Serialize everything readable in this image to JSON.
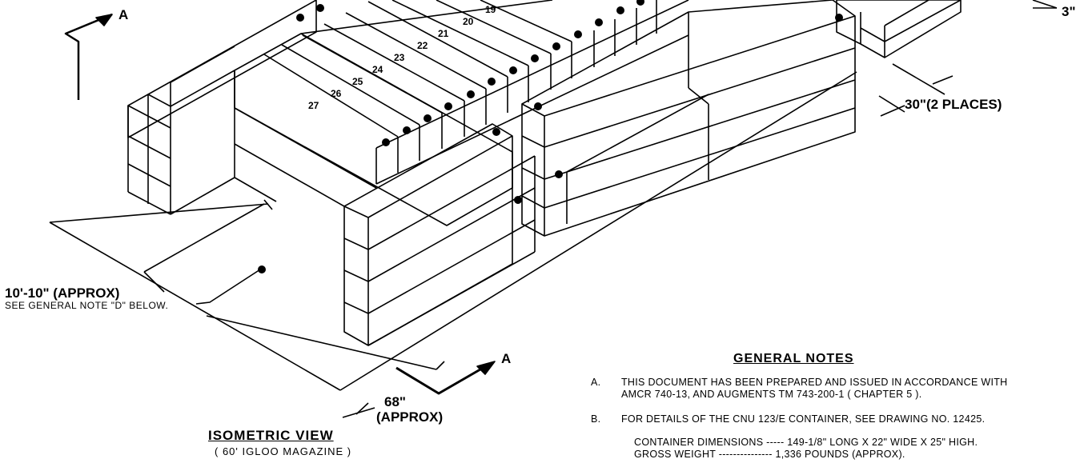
{
  "section_marker": "A",
  "dimensions": {
    "top_right": "3\"",
    "spacing": "30\"(2 PLACES)",
    "length": "10'-10\" (APPROX)",
    "length_note": "SEE GENERAL NOTE \"D\" BELOW.",
    "width_value": "68\"",
    "width_note": "(APPROX)"
  },
  "positions": [
    "19",
    "20",
    "21",
    "22",
    "23",
    "24",
    "25",
    "26",
    "27"
  ],
  "view": {
    "title": "ISOMETRIC VIEW",
    "subtitle": "( 60' IGLOO MAGAZINE )"
  },
  "general_notes": {
    "title": "GENERAL NOTES",
    "notes": [
      {
        "letter": "A.",
        "lines": [
          "THIS DOCUMENT HAS BEEN PREPARED AND ISSUED IN ACCORDANCE WITH",
          "AMCR 740-13, AND AUGMENTS TM 743-200-1 ( CHAPTER 5 )."
        ]
      },
      {
        "letter": "B.",
        "lines": [
          "FOR DETAILS OF THE CNU 123/E CONTAINER, SEE DRAWING NO. 12425."
        ]
      }
    ],
    "specs": [
      "CONTAINER DIMENSIONS ----- 149-1/8\" LONG X 22\" WIDE X 25\" HIGH.",
      "GROSS WEIGHT --------------- 1,336 POUNDS (APPROX)."
    ]
  }
}
